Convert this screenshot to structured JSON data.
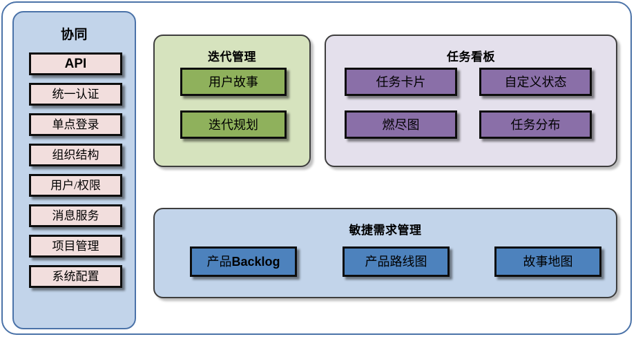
{
  "diagram": {
    "sidebar": {
      "title": "协同",
      "items": [
        {
          "label": "API"
        },
        {
          "label": "统一认证"
        },
        {
          "label": "单点登录"
        },
        {
          "label": "组织结构"
        },
        {
          "label": "用户/权限"
        },
        {
          "label": "消息服务"
        },
        {
          "label": "项目管理"
        },
        {
          "label": "系统配置"
        }
      ]
    },
    "iteration": {
      "title": "迭代管理",
      "nodes": [
        {
          "label": "用户故事"
        },
        {
          "label": "迭代规划"
        }
      ]
    },
    "taskboard": {
      "title": "任务看板",
      "nodes": [
        {
          "label": "任务卡片"
        },
        {
          "label": "自定义状态"
        },
        {
          "label": "燃尽图"
        },
        {
          "label": "任务分布"
        }
      ]
    },
    "agile": {
      "title": "敏捷需求管理",
      "nodes": [
        {
          "label_cjk": "产品",
          "label_latin": "Backlog"
        },
        {
          "label": "产品路线图"
        },
        {
          "label": "故事地图"
        }
      ]
    },
    "colors": {
      "frame_border": "#4a72a8",
      "sidebar_bg": "#c2d4ea",
      "sidebar_node_bg": "#f2dedd",
      "iteration_bg": "#d6e3be",
      "iteration_node_bg": "#8fb15c",
      "taskboard_bg": "#e4e0ec",
      "taskboard_node_bg": "#8a6fa8",
      "agile_bg": "#c2d4ea",
      "agile_node_bg": "#4d82bd",
      "node_border": "#0d0d0d"
    }
  }
}
